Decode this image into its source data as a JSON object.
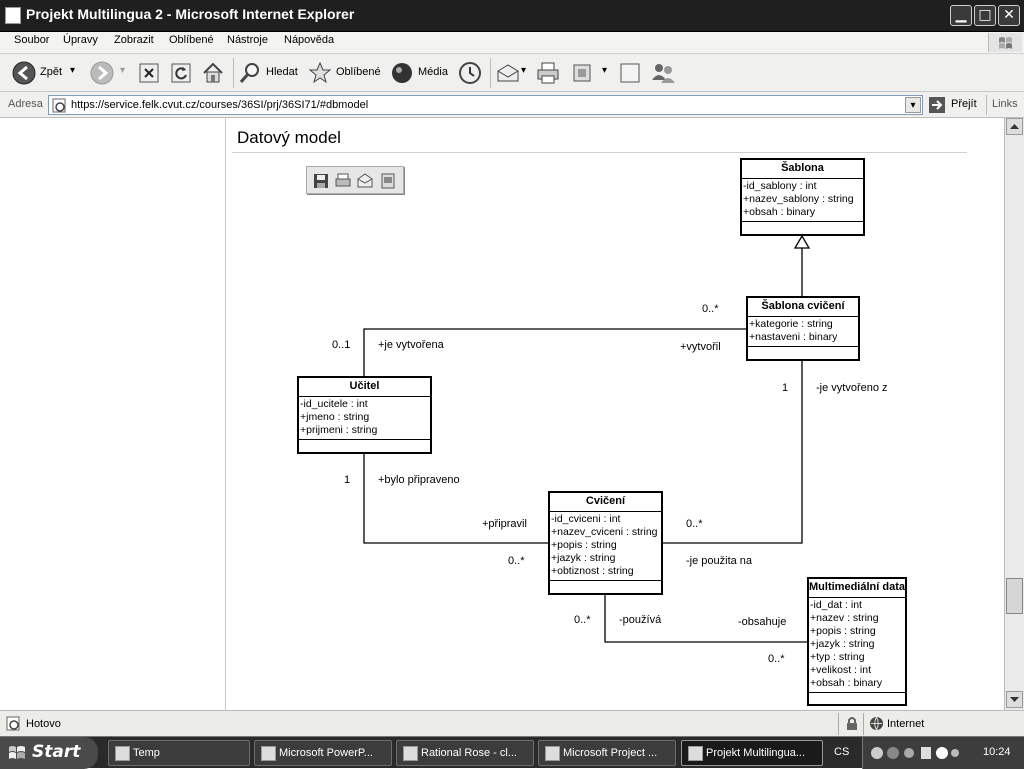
{
  "window": {
    "title": "Projekt Multilingua 2 - Microsoft Internet Explorer",
    "min_glyph": "▁",
    "max_glyph": "□",
    "close_glyph": "✕"
  },
  "menu": [
    "Soubor",
    "Úpravy",
    "Zobrazit",
    "Oblíbené",
    "Nástroje",
    "Nápověda"
  ],
  "toolbar": {
    "back_label": "Zpět",
    "search_label": "Hledat",
    "favorites_label": "Oblíbené",
    "media_label": "Média",
    "dropdown_glyph": "▾"
  },
  "address": {
    "label": "Adresa",
    "url": "https://service.felk.cvut.cz/courses/36SI/prj/36SI71/#dbmodel",
    "go_label": "Přejít",
    "links_label": "Links",
    "dropdown_glyph": "▾"
  },
  "page": {
    "heading": "Datový model"
  },
  "diagram": {
    "classes": {
      "sablona": {
        "name": "Šablona",
        "attrs": [
          "-id_sablony : int",
          "+nazev_sablony : string",
          "+obsah : binary"
        ]
      },
      "sablona_cviceni": {
        "name": "Šablona cvičení",
        "attrs": [
          "+kategorie : string",
          "+nastaveni : binary"
        ]
      },
      "ucitel": {
        "name": "Učitel",
        "attrs": [
          "-id_ucitele : int",
          "+jmeno : string",
          "+prijmeni : string"
        ]
      },
      "cviceni": {
        "name": "Cvičení",
        "attrs": [
          "-id_cviceni : int",
          "+nazev_cviceni : string",
          "+popis : string",
          "+jazyk : string",
          "+obtiznost : string"
        ]
      },
      "multimedialni_data": {
        "name": "Multimediální data",
        "attrs": [
          "-id_dat : int",
          "+nazev : string",
          "+popis : string",
          "+jazyk : string",
          "+typ : string",
          "+velikost : int",
          "+obsah : binary"
        ]
      }
    },
    "labels": {
      "m_ucitel_sc": "0..1",
      "r_je_vytvorena": "+je vytvořena",
      "m_sc_ucitel": "0..*",
      "r_vytvoril": "+vytvořil",
      "m_sc_cviceni": "1",
      "r_je_vytvoreno_z": "-je vytvořeno z",
      "m_ucitel_cviceni": "1",
      "r_bylo_pripraveno": "+bylo připraveno",
      "r_pripravil": "+připravil",
      "m_cviceni_ucitel": "0..*",
      "m_cviceni_sc": "0..*",
      "r_je_pouzita_na": "-je použita na",
      "m_cviceni_md": "0..*",
      "r_pouziva": "-používá",
      "r_obsahuje": "-obsahuje",
      "m_md_cviceni": "0..*"
    }
  },
  "status": {
    "text": "Hotovo",
    "zone": "Internet"
  },
  "taskbar": {
    "start": "Start",
    "tasks": [
      "Temp",
      "Microsoft PowerP...",
      "Rational Rose - cl...",
      "Microsoft Project ...",
      "Projekt Multilingua..."
    ],
    "lang": "CS",
    "clock": "10:24"
  }
}
